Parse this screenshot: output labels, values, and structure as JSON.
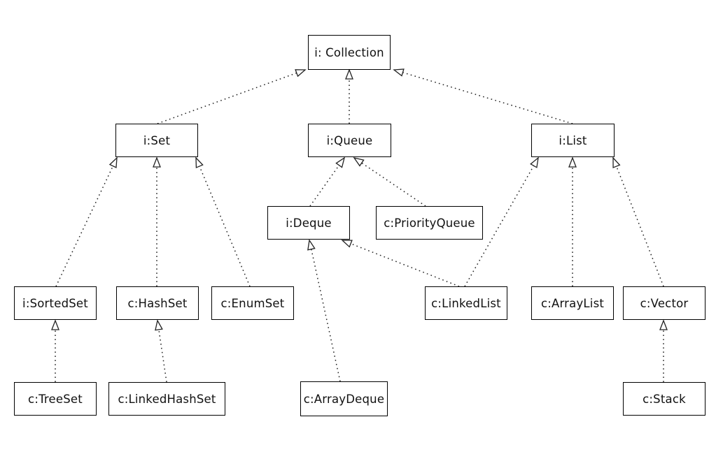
{
  "diagram": {
    "kind": "uml-class-diagram",
    "style": {
      "line": "dotted",
      "arrowhead": "hollow-triangle",
      "box_fill": "#ffffff",
      "box_border": "#000000",
      "line_color": "#222222",
      "background": "#ffffff"
    },
    "nodes": [
      {
        "id": "collection",
        "label": "i: Collection"
      },
      {
        "id": "set",
        "label": "i:Set"
      },
      {
        "id": "queue",
        "label": "i:Queue"
      },
      {
        "id": "list",
        "label": "i:List"
      },
      {
        "id": "deque",
        "label": "i:Deque"
      },
      {
        "id": "priorityqueue",
        "label": "c:PriorityQueue"
      },
      {
        "id": "sortedset",
        "label": "i:SortedSet"
      },
      {
        "id": "hashset",
        "label": "c:HashSet"
      },
      {
        "id": "enumset",
        "label": "c:EnumSet"
      },
      {
        "id": "linkedlist",
        "label": "c:LinkedList"
      },
      {
        "id": "arraylist",
        "label": "c:ArrayList"
      },
      {
        "id": "vector",
        "label": "c:Vector"
      },
      {
        "id": "treeset",
        "label": "c:TreeSet"
      },
      {
        "id": "linkedhashset",
        "label": "c:LinkedHashSet"
      },
      {
        "id": "arraydeque",
        "label": "c:ArrayDeque"
      },
      {
        "id": "stack",
        "label": "c:Stack"
      }
    ],
    "edges": [
      {
        "from": "set",
        "to": "collection"
      },
      {
        "from": "queue",
        "to": "collection"
      },
      {
        "from": "list",
        "to": "collection"
      },
      {
        "from": "deque",
        "to": "queue"
      },
      {
        "from": "priorityqueue",
        "to": "queue"
      },
      {
        "from": "sortedset",
        "to": "set"
      },
      {
        "from": "hashset",
        "to": "set"
      },
      {
        "from": "enumset",
        "to": "set"
      },
      {
        "from": "linkedlist",
        "to": "deque"
      },
      {
        "from": "linkedlist",
        "to": "list"
      },
      {
        "from": "arraylist",
        "to": "list"
      },
      {
        "from": "vector",
        "to": "list"
      },
      {
        "from": "treeset",
        "to": "sortedset"
      },
      {
        "from": "linkedhashset",
        "to": "hashset"
      },
      {
        "from": "arraydeque",
        "to": "deque"
      },
      {
        "from": "stack",
        "to": "vector"
      }
    ]
  }
}
